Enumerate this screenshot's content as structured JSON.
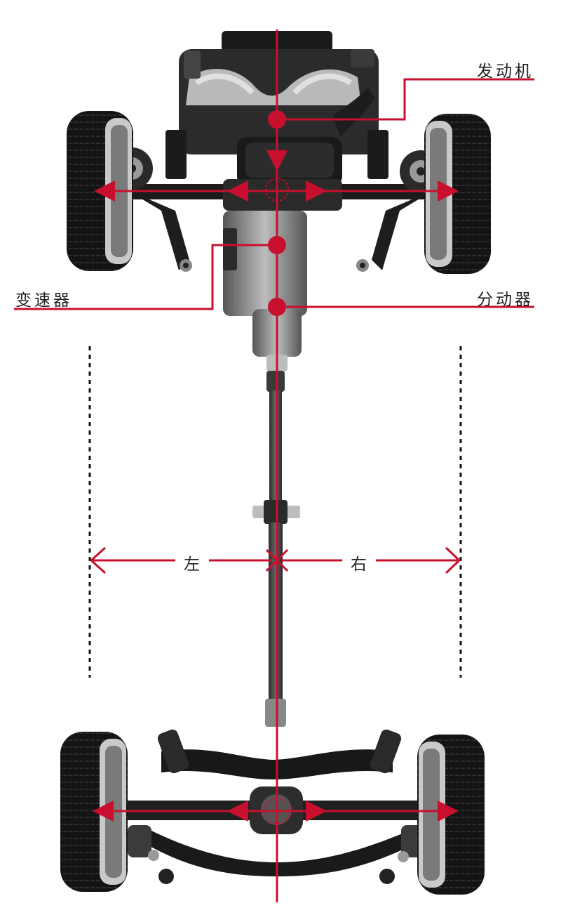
{
  "labels": {
    "engine": "发动机",
    "transmission": "变速器",
    "transfer": "分动器",
    "left": "左",
    "right": "右"
  },
  "colors": {
    "accent": "#c8102e",
    "metal_dark": "#1c1c1c",
    "metal_mid": "#4a4a4a",
    "metal_light": "#a8a8a8",
    "tire": "#121212",
    "rim": "#c9c9c9"
  }
}
